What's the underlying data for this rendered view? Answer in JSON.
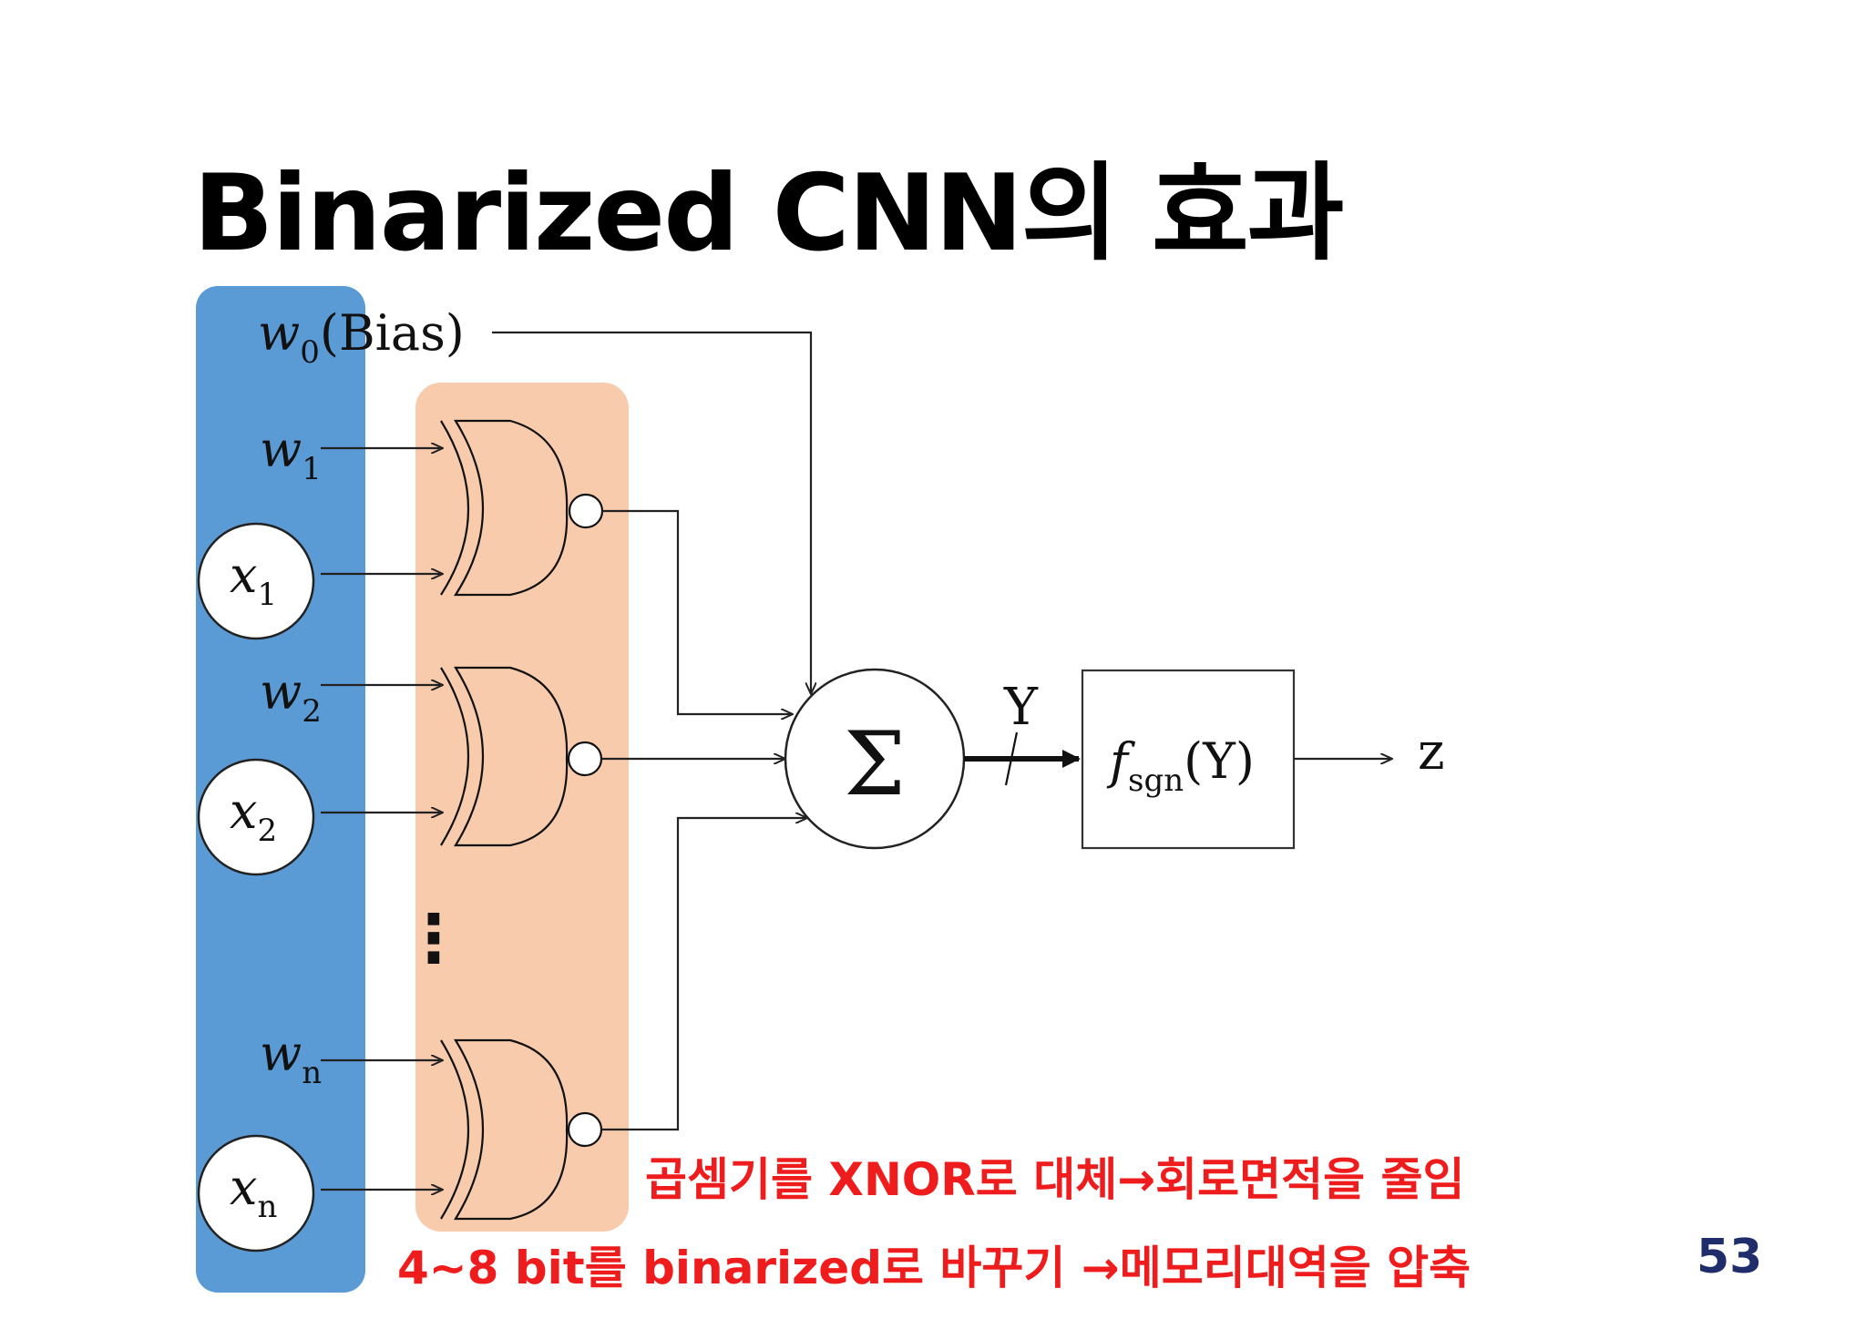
{
  "slide": {
    "title": "Binarized CNN의 효과",
    "page_number": "53"
  },
  "diagram": {
    "bias_input": {
      "var": "w",
      "sub": "0",
      "suffix": "(Bias)"
    },
    "weights": [
      {
        "var": "w",
        "sub": "1"
      },
      {
        "var": "w",
        "sub": "2"
      },
      {
        "var": "w",
        "sub": "n"
      }
    ],
    "inputs": [
      {
        "var": "x",
        "sub": "1"
      },
      {
        "var": "x",
        "sub": "2"
      },
      {
        "var": "x",
        "sub": "n"
      }
    ],
    "gate_type": "XNOR",
    "ellipsis": "⋮",
    "sum_symbol": "Σ",
    "sum_output_label": "Y",
    "activation": {
      "func": "f",
      "sub": "sgn",
      "arg": "(Y)"
    },
    "output_label": "z"
  },
  "notes": {
    "line1": "곱셈기를 XNOR로 대체→회로면적을 줄임",
    "line2": "4∼8 bit를 binarized로 바꾸기 →메모리대역을 압축"
  },
  "colors": {
    "input_column": "#5b9bd5",
    "gate_column": "#f7cbac",
    "note_text": "#ee1c1c",
    "page_number": "#1f2d6b"
  }
}
